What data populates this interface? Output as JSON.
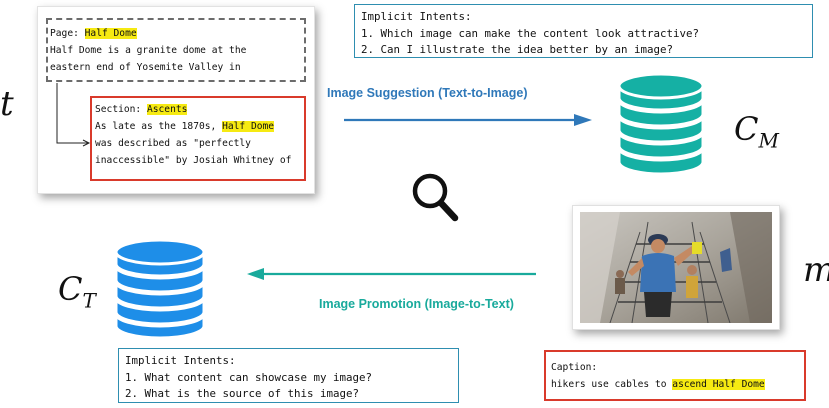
{
  "page_card": {
    "page_prefix": "Page: ",
    "page_title": "Half Dome",
    "page_line1": "Half Dome is a granite dome at the",
    "page_line2": "eastern end of Yosemite Valley in",
    "section_prefix": "Section: ",
    "section_title": "Ascents",
    "section_line1_pre": "As late as the 1870s, ",
    "section_line1_hl": "Half Dome",
    "section_line2": "was described as \"perfectly",
    "section_line3": "inaccessible\" by Josiah Whitney of"
  },
  "symbols": {
    "t": "t",
    "m": "m",
    "cm_base": "C",
    "cm_sub": "M",
    "ct_base": "C",
    "ct_sub": "T"
  },
  "top_intents": {
    "heading": "Implicit Intents:",
    "items": [
      "1. Which image can make the content look attractive?",
      "2. Can I illustrate the idea better by an image?"
    ]
  },
  "bottom_intents": {
    "heading": "Implicit Intents:",
    "items": [
      "1. What content can showcase my image?",
      "2. What is the source of this image?"
    ]
  },
  "flows": {
    "suggestion": "Image Suggestion (Text-to-Image)",
    "promotion": "Image Promotion (Image-to-Text)"
  },
  "caption": {
    "label": "Caption:",
    "text_pre": "hikers use cables to ",
    "text_hl": "ascend Half Dome"
  },
  "colors": {
    "blue_arrow": "#2f78b9",
    "teal_arrow": "#19aa9c",
    "db_blue": "#1e8ee8",
    "db_teal": "#15b0a4",
    "highlight": "#f6ea12",
    "red_border": "#d93a2b",
    "intent_border": "#2e8eb0"
  },
  "icons": [
    "magnifier-icon",
    "database-icon"
  ]
}
